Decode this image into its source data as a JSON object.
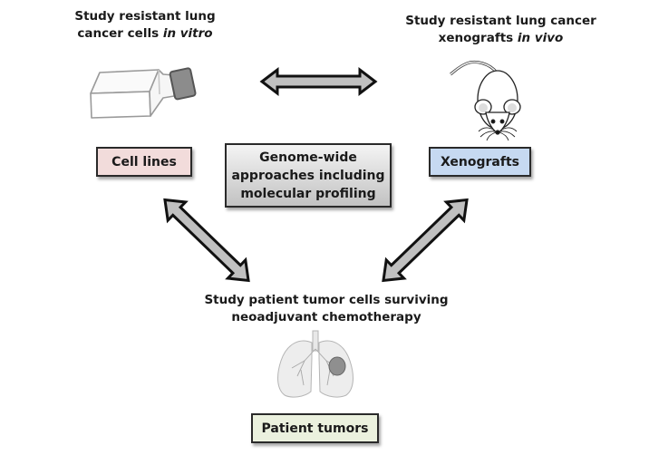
{
  "headings": {
    "in_vitro": {
      "line1": "Study resistant lung",
      "line2_plain": "cancer cells ",
      "line2_italic": "in vitro"
    },
    "in_vivo": {
      "line1": "Study resistant lung cancer",
      "line2_plain": "xenografts ",
      "line2_italic": "in vivo"
    },
    "patient": {
      "line1": "Study patient tumor cells surviving",
      "line2": "neoadjuvant chemotherapy"
    }
  },
  "boxes": {
    "cell_lines": {
      "label": "Cell lines",
      "color": "#f2dcdb"
    },
    "xenografts": {
      "label": "Xenografts",
      "color": "#c6d9f1"
    },
    "genome": {
      "line1": "Genome-wide",
      "line2": "approaches including",
      "line3": "molecular profiling"
    },
    "patient_tumors": {
      "label": "Patient tumors",
      "color": "#ebf1de"
    }
  },
  "icons": [
    "culture-flask-icon",
    "mouse-icon",
    "lungs-icon"
  ],
  "arrows": [
    "cell-lines-to-xenografts",
    "cell-lines-to-patient-tumors",
    "xenografts-to-patient-tumors"
  ]
}
